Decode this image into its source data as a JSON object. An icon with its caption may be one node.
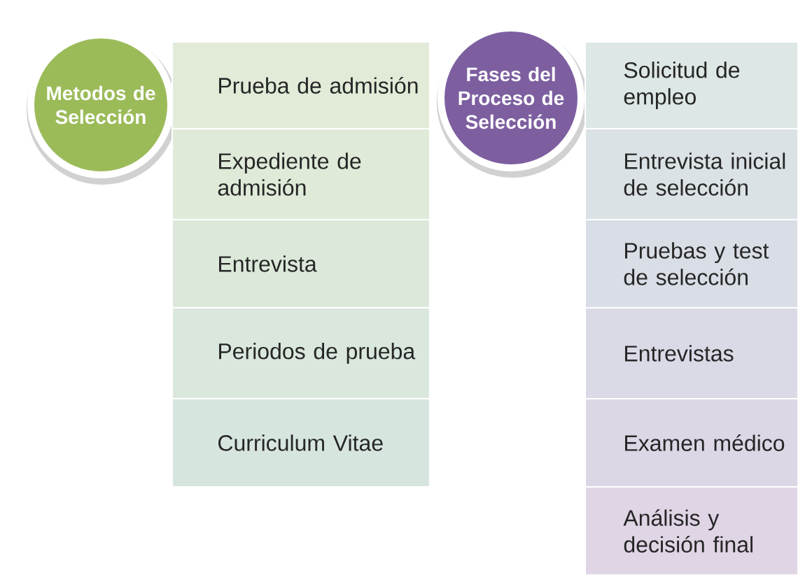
{
  "diagram": {
    "nodes": [
      {
        "text": [
          "Metodos de Selección"
        ]
      },
      {
        "text": [
          "Prueba de admisión"
        ]
      },
      {
        "text": [
          "Expediente de admisión"
        ]
      },
      {
        "text": [
          "Entrevista"
        ]
      },
      {
        "text": [
          "Periodos de prueba"
        ]
      },
      {
        "text": [
          "Curriculum Vitae"
        ]
      },
      {
        "text": [
          "Fases del Proceso de Selección"
        ]
      },
      {
        "text": [
          "Solicitud de empleo"
        ]
      },
      {
        "text": [
          "Entrevista inicial de selección"
        ]
      },
      {
        "text": [
          "Pruebas y test de selección"
        ]
      },
      {
        "text": [
          "Entrevistas"
        ]
      },
      {
        "text": [
          "Examen médico"
        ]
      },
      {
        "text": [
          "Análisis y decisión final"
        ]
      }
    ]
  }
}
